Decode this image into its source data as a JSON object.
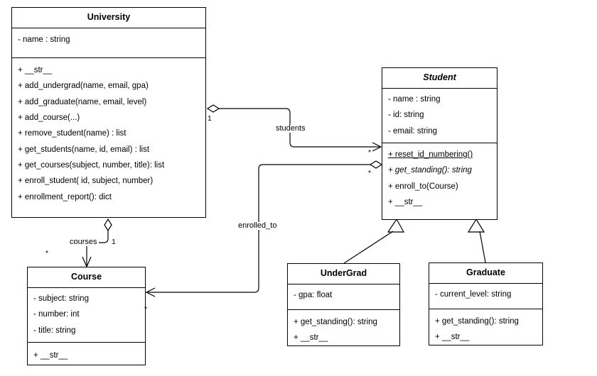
{
  "diagram": {
    "type": "uml-class-diagram",
    "classes": [
      {
        "key": "university",
        "name": "University",
        "abstract": false,
        "attributes": [
          "- name : string"
        ],
        "operations": [
          "+ __str__",
          "+ add_undergrad(name, email, gpa)",
          "+ add_graduate(name, email, level)",
          "+ add_course(...)",
          "+ remove_student(name) : list",
          "+ get_students(name, id, email) : list",
          "+ get_courses(subject, number, title): list",
          "+ enroll_student( id, subject, number)",
          "+ enrollment_report(): dict"
        ]
      },
      {
        "key": "student",
        "name": "Student",
        "abstract": true,
        "attributes": [
          "- name : string",
          "- id: string",
          "- email: string"
        ],
        "operations": [
          "+ reset_id_numbering()",
          "+ get_standing(): string",
          "+ enroll_to(Course)",
          "+ __str__"
        ]
      },
      {
        "key": "course",
        "name": "Course",
        "abstract": false,
        "attributes": [
          "- subject: string",
          "- number: int",
          "- title: string"
        ],
        "operations": [
          "+ __str__"
        ]
      },
      {
        "key": "undergrad",
        "name": "UnderGrad",
        "abstract": false,
        "attributes": [
          "- gpa: float"
        ],
        "operations": [
          "+ get_standing(): string",
          "+ __str__"
        ]
      },
      {
        "key": "graduate",
        "name": "Graduate",
        "abstract": false,
        "attributes": [
          "- current_level: string"
        ],
        "operations": [
          "+ get_standing(): string",
          "+ __str__"
        ]
      }
    ],
    "relationships": [
      {
        "key": "students",
        "label": "students",
        "from": "University",
        "to": "Student",
        "kind": "aggregation",
        "source_multiplicity": "1",
        "target_multiplicity": "*"
      },
      {
        "key": "enrolled_to",
        "label": "enrolled_to",
        "from": "Student",
        "to": "Course",
        "kind": "aggregation",
        "source_multiplicity": "*",
        "target_multiplicity": "*"
      },
      {
        "key": "courses",
        "label": "courses",
        "from": "University",
        "to": "Course",
        "kind": "aggregation",
        "source_multiplicity": "1",
        "target_multiplicity": "*"
      },
      {
        "key": "undergrad-inherits-student",
        "label": "",
        "from": "UnderGrad",
        "to": "Student",
        "kind": "generalization",
        "source_multiplicity": "",
        "target_multiplicity": ""
      },
      {
        "key": "graduate-inherits-student",
        "label": "",
        "from": "Graduate",
        "to": "Student",
        "kind": "generalization",
        "source_multiplicity": "",
        "target_multiplicity": ""
      }
    ]
  },
  "colors": {
    "stroke": "#000000",
    "fill": "#ffffff"
  }
}
